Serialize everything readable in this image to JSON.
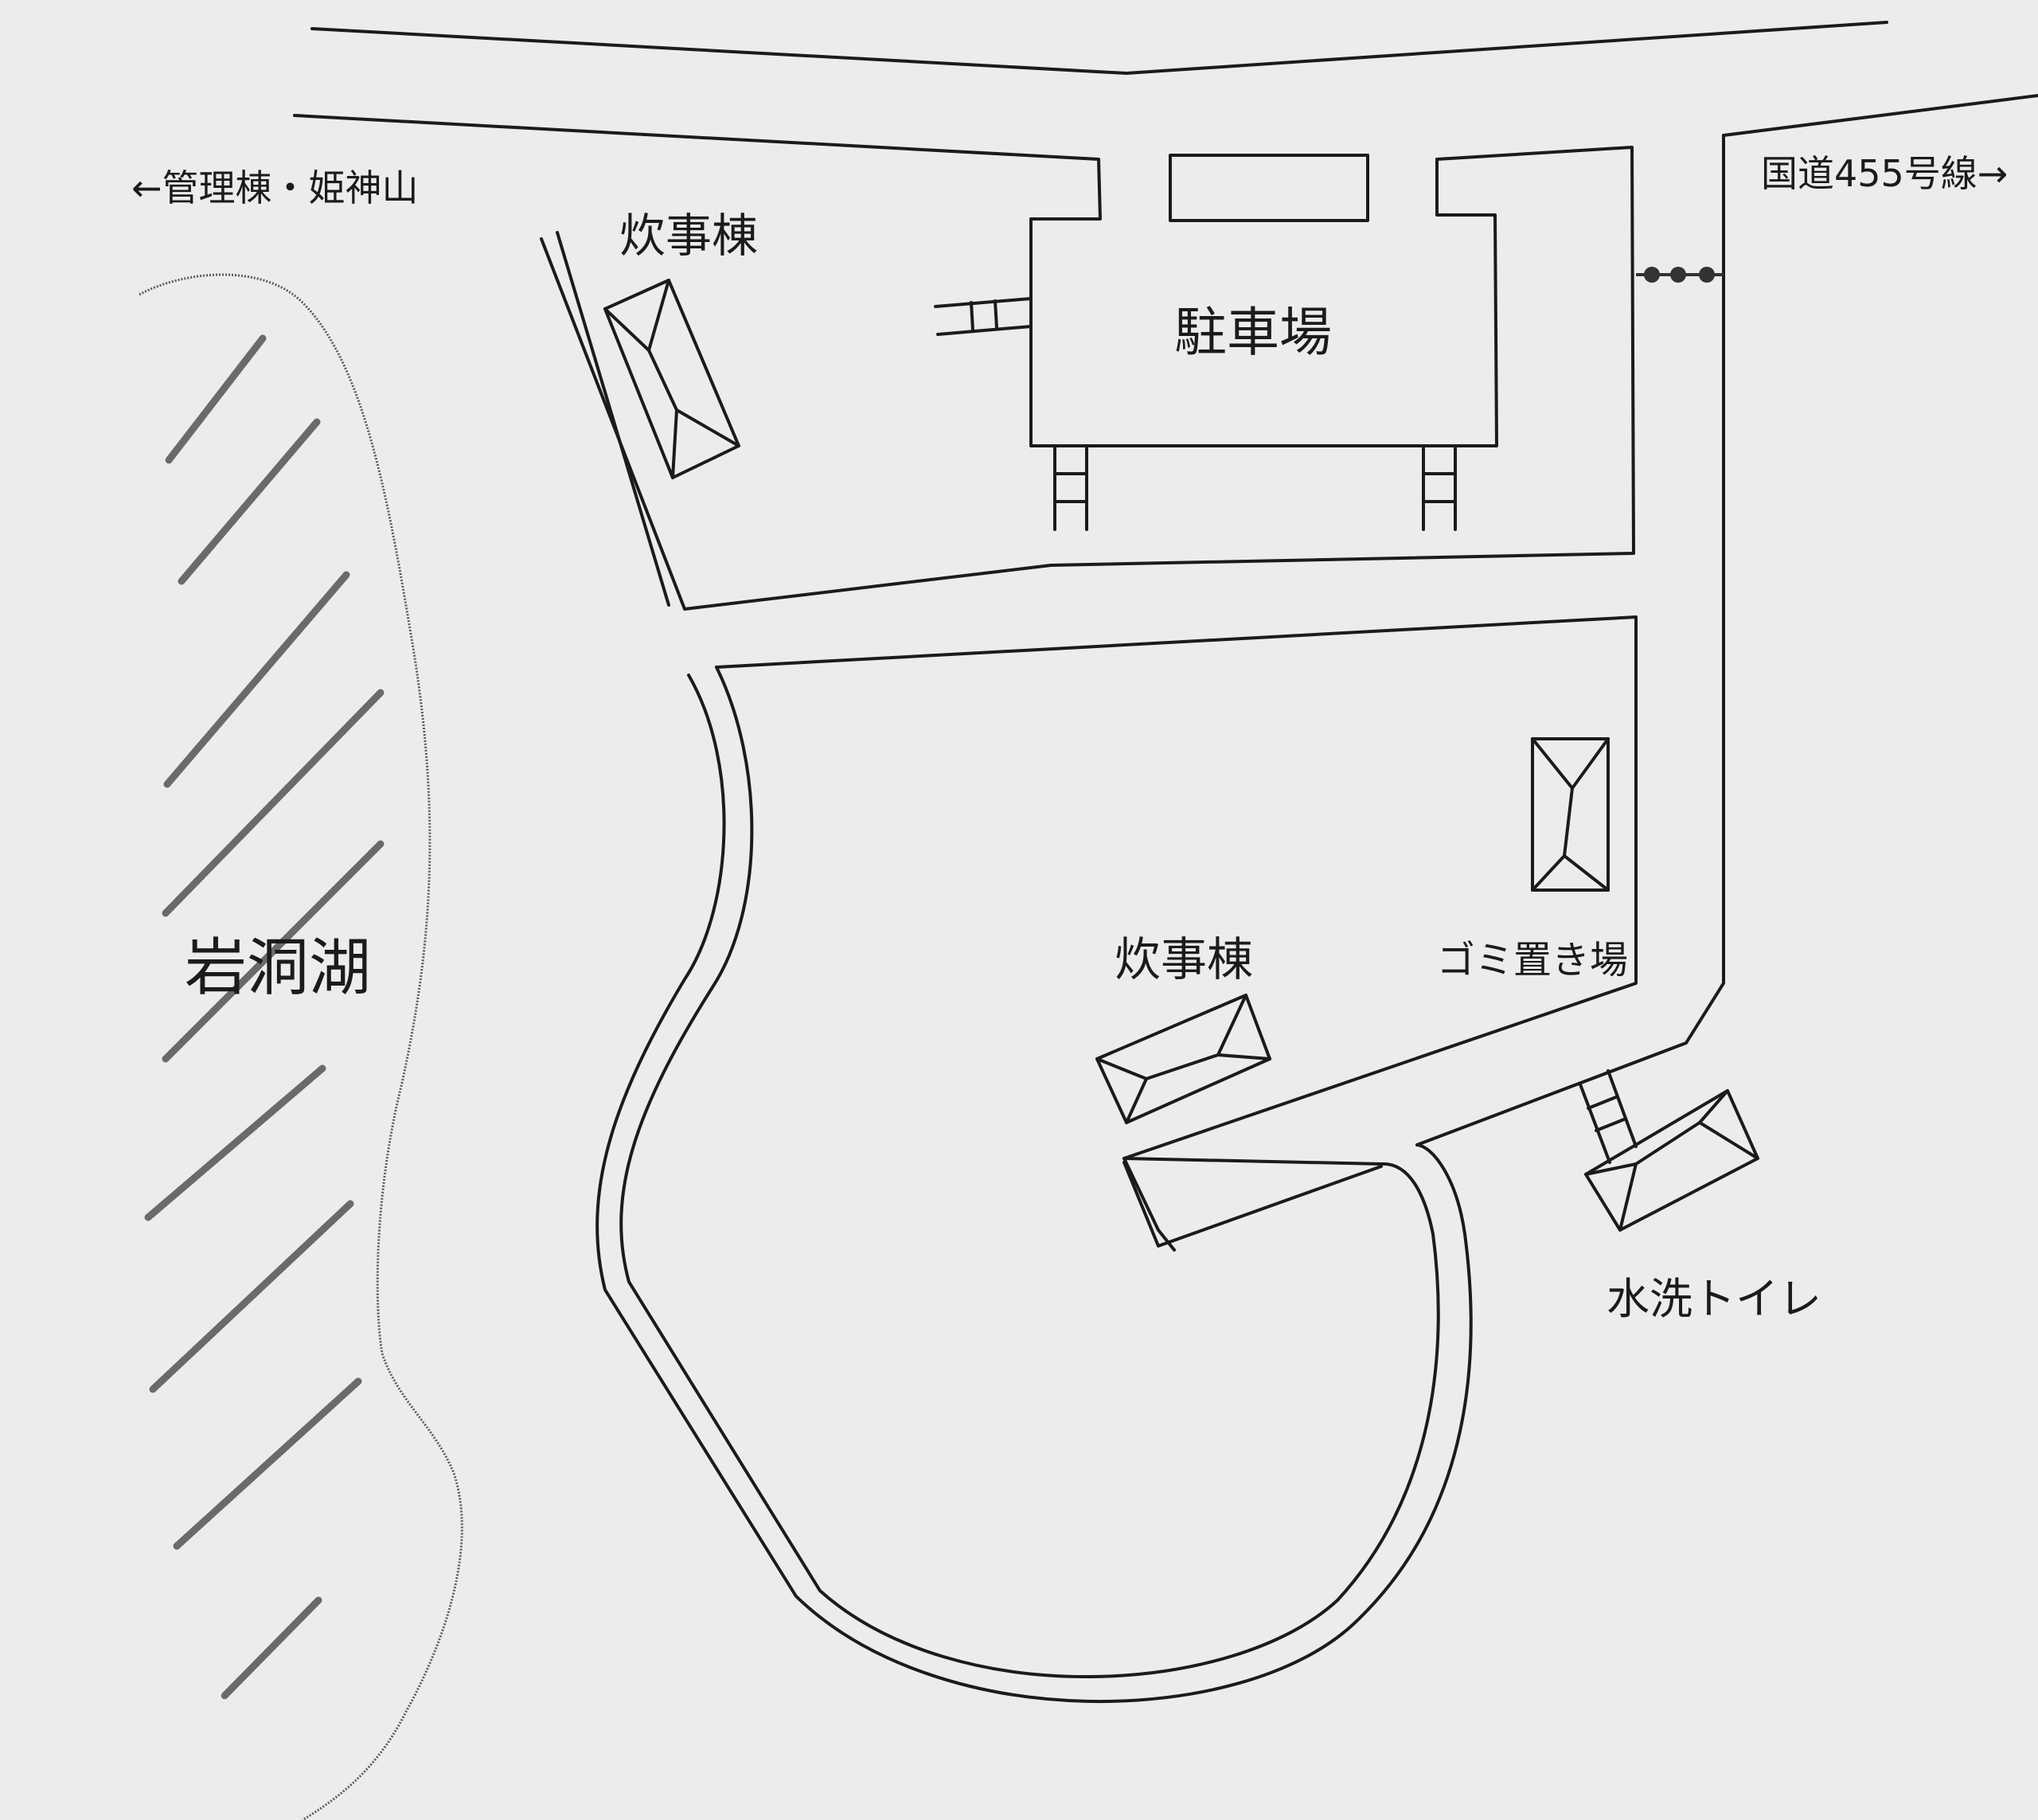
{
  "labels": {
    "to_management": "←管理棟・姫神山",
    "kitchen_top": "炊事棟",
    "parking": "駐車場",
    "route": "国道455号線→",
    "lake": "岩洞湖",
    "kitchen_bottom": "炊事棟",
    "garbage": "ゴミ置き場",
    "toilet": "水洗トイレ"
  },
  "colors": {
    "background": "#ececea",
    "ink": "#1b1b1b",
    "lake_hatch": "#6a6a6a"
  }
}
